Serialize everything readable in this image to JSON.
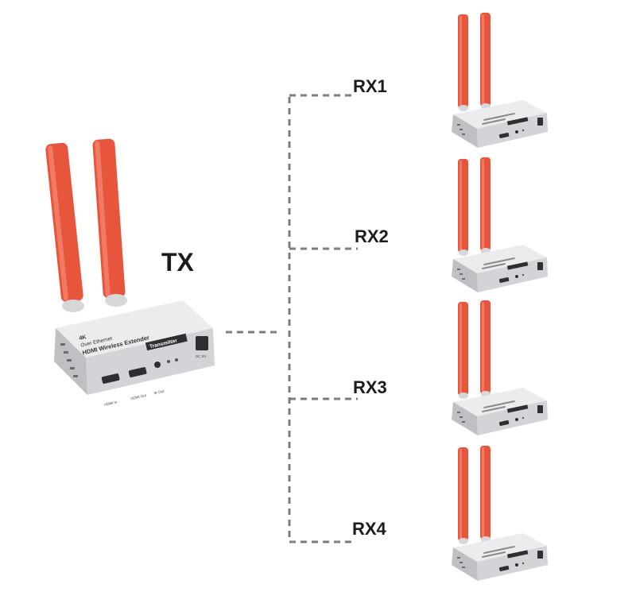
{
  "transmitter": {
    "label": "TX",
    "badge": "4K",
    "line1": "Over Ethernet",
    "line2": "HDMI Wireless Extender",
    "role": "Transmitter",
    "port_hdmi_in": "HDMI In",
    "port_hdmi_out": "HDMI Out",
    "port_ir_out": "IR Out",
    "port_power": "DC 5V"
  },
  "receivers": [
    {
      "label": "RX1"
    },
    {
      "label": "RX2"
    },
    {
      "label": "RX3"
    },
    {
      "label": "RX4"
    }
  ],
  "colors": {
    "antenna": "#e8553d",
    "antenna_dark": "#c63f2a",
    "body": "#e3e3e6",
    "body_side": "#c9c9cd",
    "connector": "#7d7d7d"
  }
}
